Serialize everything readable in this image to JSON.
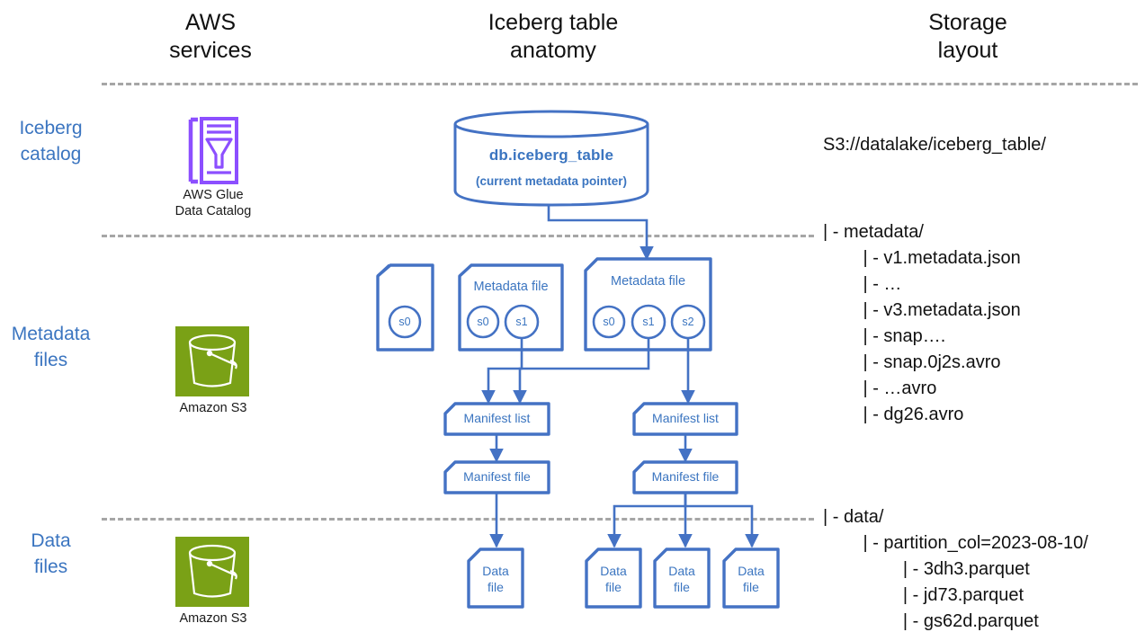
{
  "columns": {
    "aws_services": "AWS\nservices",
    "aws_services_l1": "AWS",
    "aws_services_l2": "services",
    "anatomy_l1": "Iceberg table",
    "anatomy_l2": "anatomy",
    "storage_l1": "Storage",
    "storage_l2": "layout"
  },
  "rows": [
    {
      "label_l1": "Iceberg",
      "label_l2": "catalog"
    },
    {
      "label_l1": "Metadata",
      "label_l2": "files"
    },
    {
      "label_l1": "Data",
      "label_l2": "files"
    }
  ],
  "services": [
    {
      "icon": "aws-glue-icon",
      "caption_l1": "AWS Glue",
      "caption_l2": "Data Catalog",
      "color": "#8c4fff"
    },
    {
      "icon": "amazon-s3-icon",
      "caption": "Amazon S3",
      "color": "#7aa116"
    },
    {
      "icon": "amazon-s3-icon",
      "caption": "Amazon S3",
      "color": "#7aa116"
    }
  ],
  "catalog": {
    "table_name": "db.iceberg_table",
    "pointer_note": "(current metadata pointer)"
  },
  "metadata_files": [
    {
      "title": "",
      "snapshots": [
        "s0"
      ]
    },
    {
      "title": "Metadata file",
      "snapshots": [
        "s0",
        "s1"
      ]
    },
    {
      "title": "Metadata file",
      "snapshots": [
        "s0",
        "s1",
        "s2"
      ]
    }
  ],
  "manifest_lists": [
    {
      "label": "Manifest list"
    },
    {
      "label": "Manifest list"
    }
  ],
  "manifest_files": [
    {
      "label": "Manifest file"
    },
    {
      "label": "Manifest file"
    }
  ],
  "data_files": [
    {
      "l1": "Data",
      "l2": "file"
    },
    {
      "l1": "Data",
      "l2": "file"
    },
    {
      "l1": "Data",
      "l2": "file"
    },
    {
      "l1": "Data",
      "l2": "file"
    }
  ],
  "storage_layout": {
    "root": "S3://datalake/iceberg_table/",
    "metadata_section": [
      "| - metadata/",
      "        | - v1.metadata.json",
      "        | - …",
      "        | - v3.metadata.json",
      "        | - snap….",
      "        | - snap.0j2s.avro",
      "        | - …avro",
      "        | - dg26.avro"
    ],
    "data_section": [
      "| - data/",
      "        | - partition_col=2023-08-10/",
      "                | - 3dh3.parquet",
      "                | - jd73.parquet",
      "                | - gs62d.parquet"
    ]
  },
  "colors": {
    "accent_blue": "#4472c4",
    "text_blue": "#3b75c0",
    "dash_gray": "#a6a6a6",
    "glue_purple": "#8c4fff",
    "s3_green": "#7aa116"
  }
}
